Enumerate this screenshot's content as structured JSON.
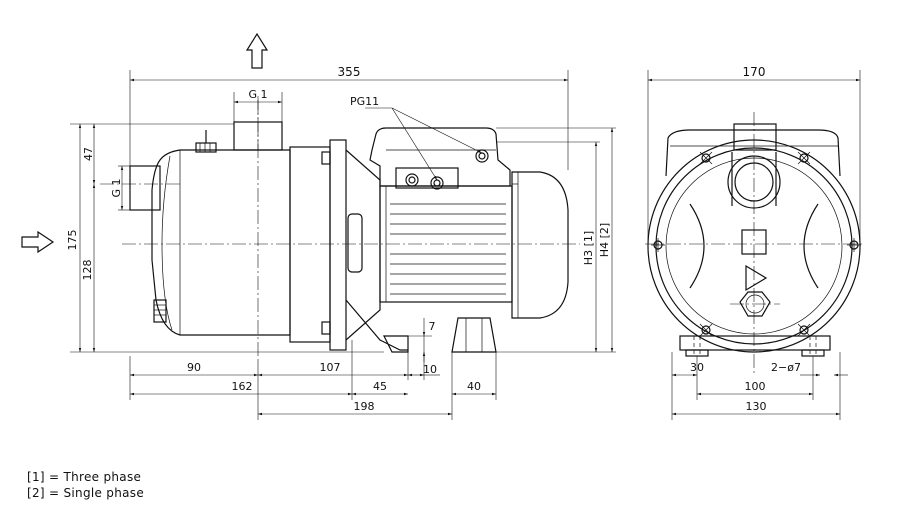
{
  "dimensions": {
    "overall_length": "355",
    "g1_top": "G 1",
    "g1_side": "G 1",
    "pg11": "PG11",
    "d47": "47",
    "d175": "175",
    "d128": "128",
    "h3": "H3 [1]",
    "h4": "H4 [2]",
    "d90": "90",
    "d107": "107",
    "d10": "10",
    "d7": "7",
    "d162": "162",
    "d45": "45",
    "d40": "40",
    "d198": "198",
    "width_170": "170",
    "d30": "30",
    "d2x7": "2−ø7",
    "d100": "100",
    "d130": "130"
  },
  "legend": {
    "line1": "[1] = Three phase",
    "line2": "[2] = Single phase"
  }
}
